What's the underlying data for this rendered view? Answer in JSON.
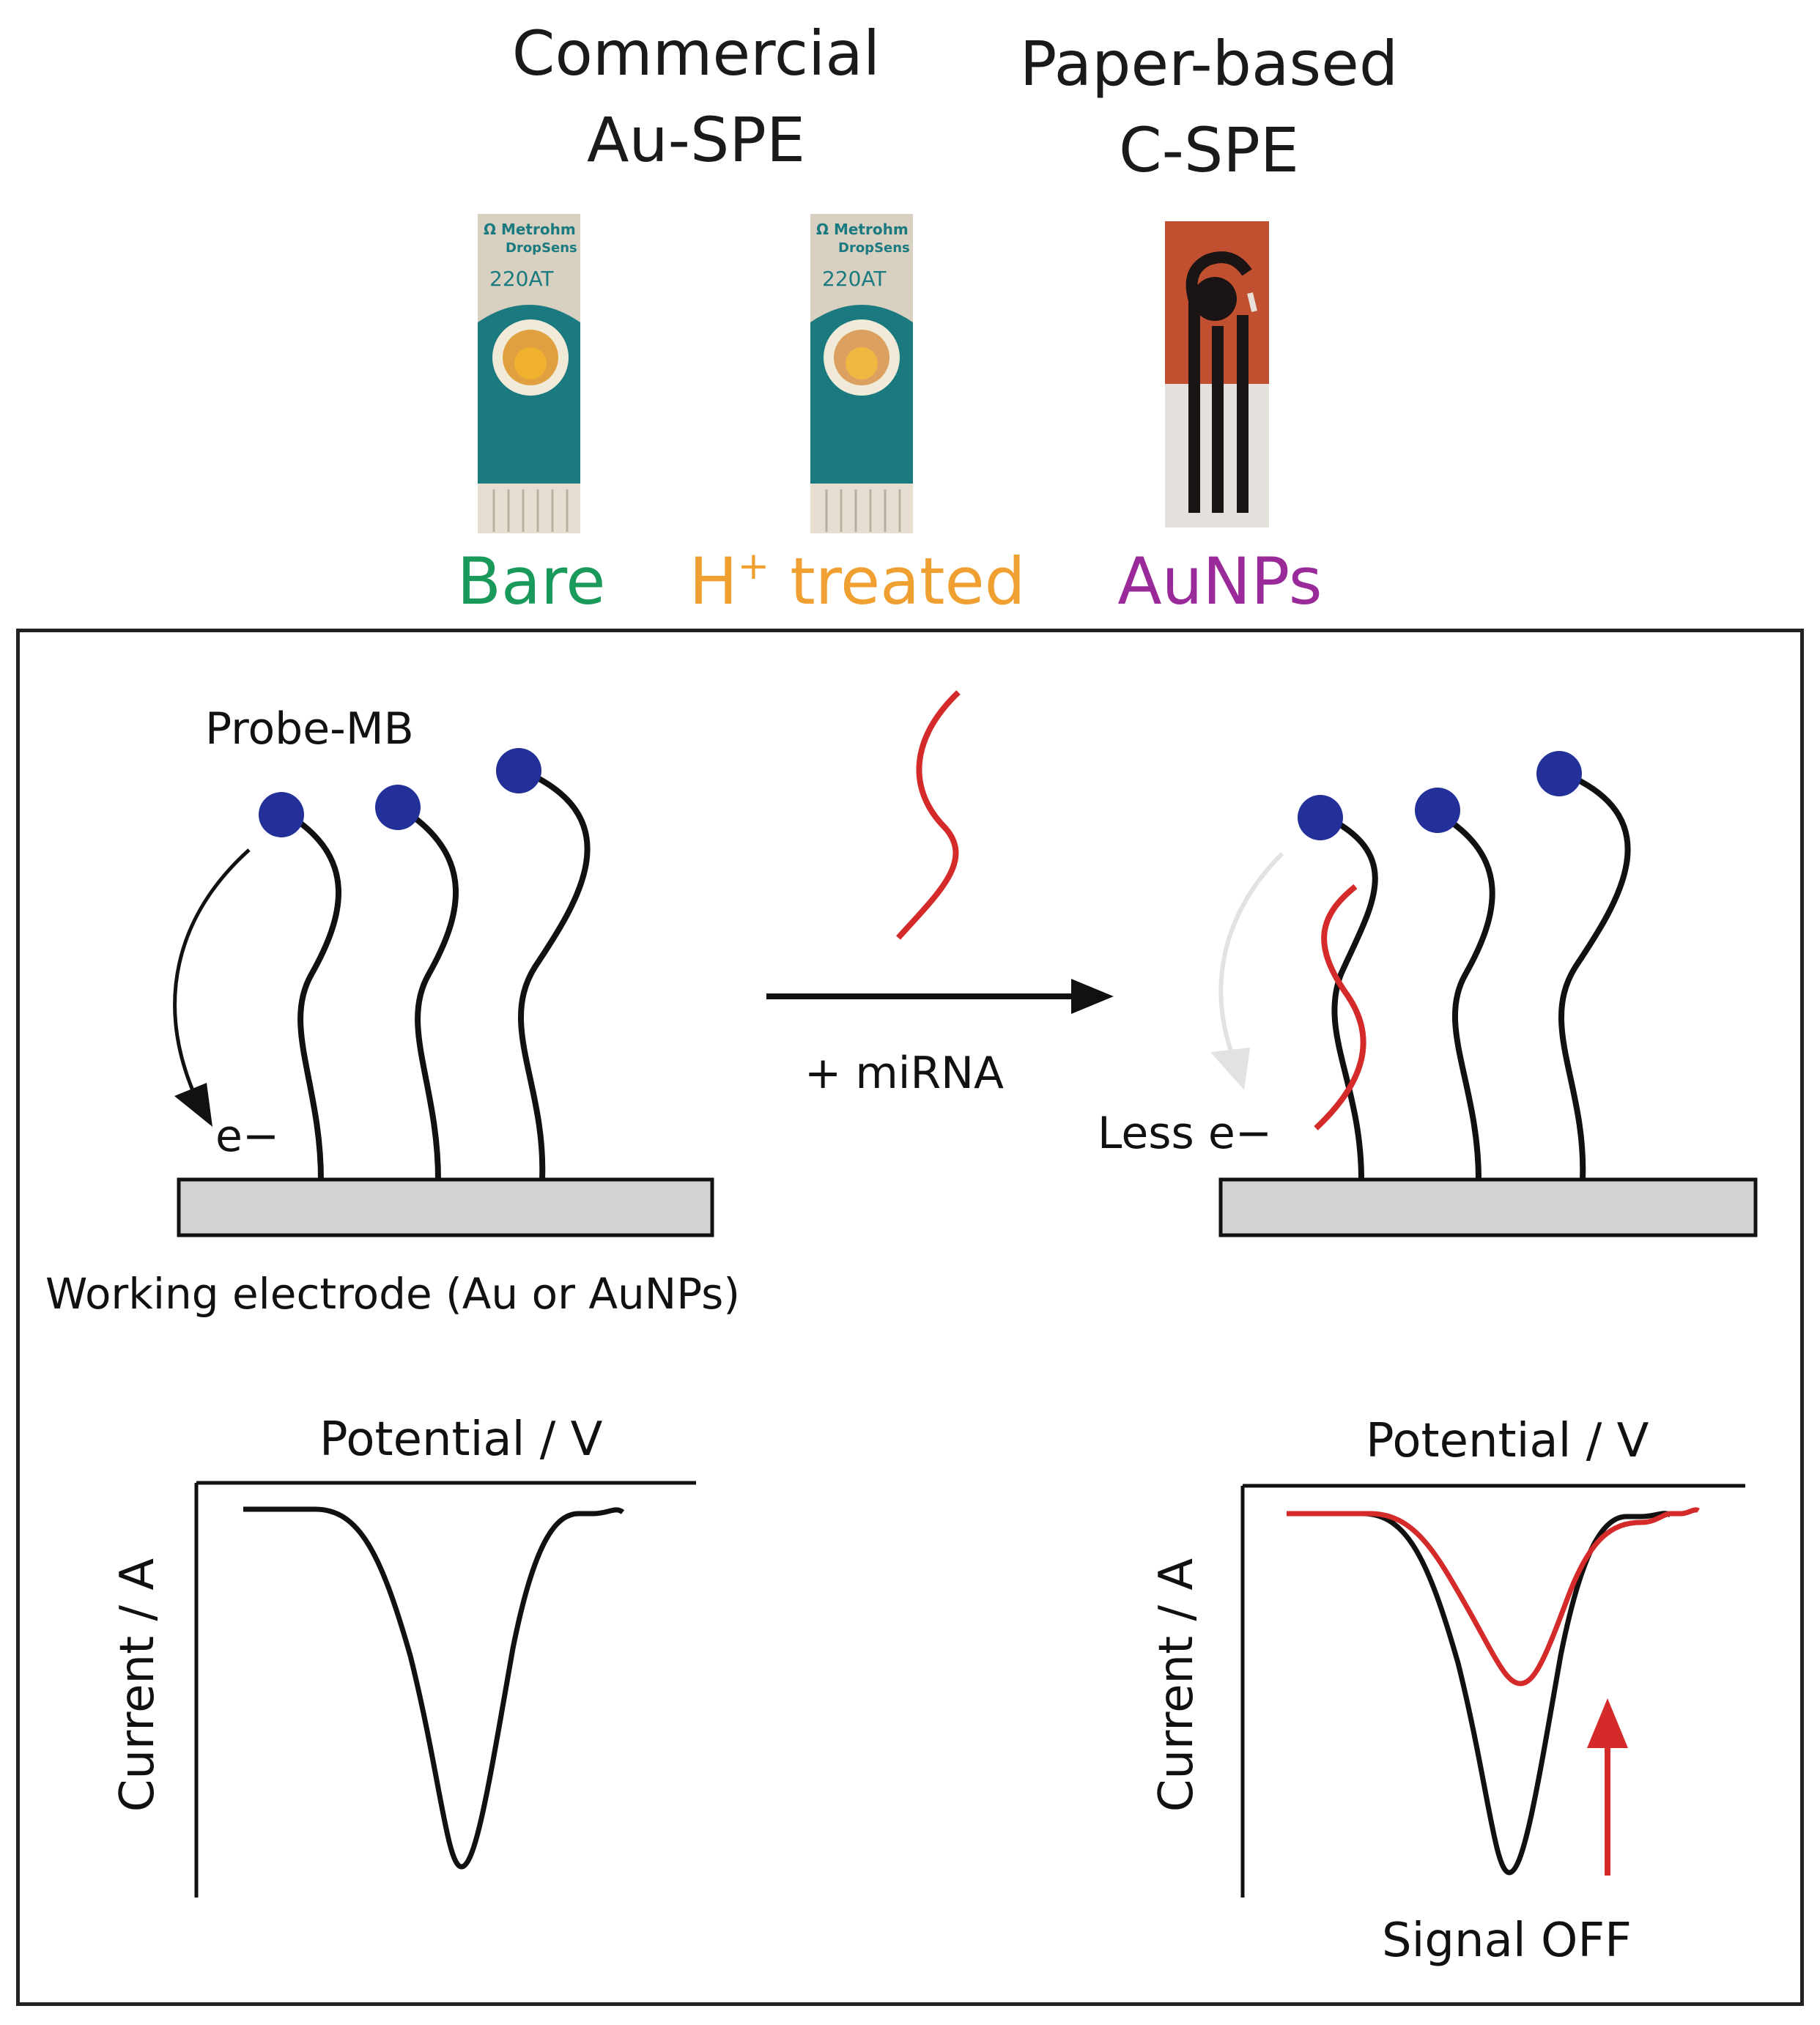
{
  "header": {
    "commercial": "Commercial",
    "au_spe": "Au-SPE",
    "paper_based": "Paper-based",
    "c_spe": "C-SPE"
  },
  "electrodes": [
    {
      "caption": "Bare",
      "caption_color": "#1a9a5a",
      "brand_line1": "Ω Metrohm",
      "brand_line2": "DropSens",
      "model": "220AT"
    },
    {
      "caption_main": "H",
      "caption_sup": "+",
      "caption_rest": " treated",
      "caption_color": "#f0a030",
      "brand_line1": "Ω Metrohm",
      "brand_line2": "DropSens",
      "model": "220AT"
    },
    {
      "caption": "AuNPs",
      "caption_color": "#9a2a9a"
    }
  ],
  "scheme": {
    "probe_label": "Probe-MB",
    "electron_label": "e−",
    "arrow_label": "+ miRNA",
    "less_electron_label": "Less e−",
    "electrode_label": "Working electrode (Au or AuNPs)"
  },
  "plots": {
    "left": {
      "xlabel": "Potential / V",
      "ylabel": "Current / A"
    },
    "right": {
      "xlabel": "Potential / V",
      "ylabel": "Current / A",
      "annotation": "Signal OFF"
    }
  },
  "colors": {
    "probe_bead": "#23309a",
    "mirna": "#d42a2a",
    "electrode_fill": "#d3d3d3",
    "spe_teal": "#1a7a80",
    "spe_body": "#d8d0c0",
    "paper_orange": "#c05030"
  }
}
